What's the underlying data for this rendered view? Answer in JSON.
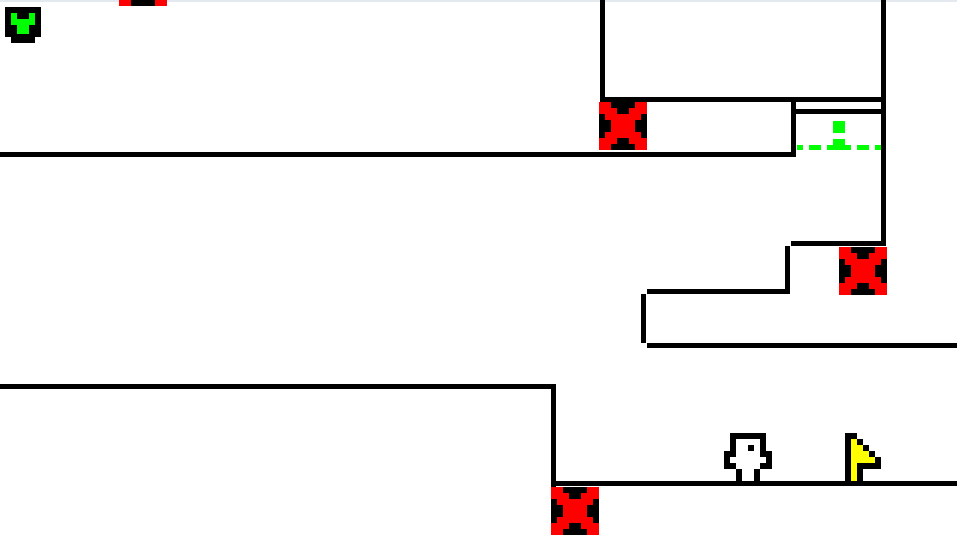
{
  "game": {
    "colors": {
      "wall": "#000000",
      "hazard": "#ff0000",
      "pickup": "#00ff00",
      "goal_flag": "#ffff00",
      "player": "#ffffff"
    },
    "sprites": [
      "shield-icon",
      "spike-x-hazard",
      "player-character",
      "goal-flag",
      "checkpoint-platform"
    ]
  }
}
